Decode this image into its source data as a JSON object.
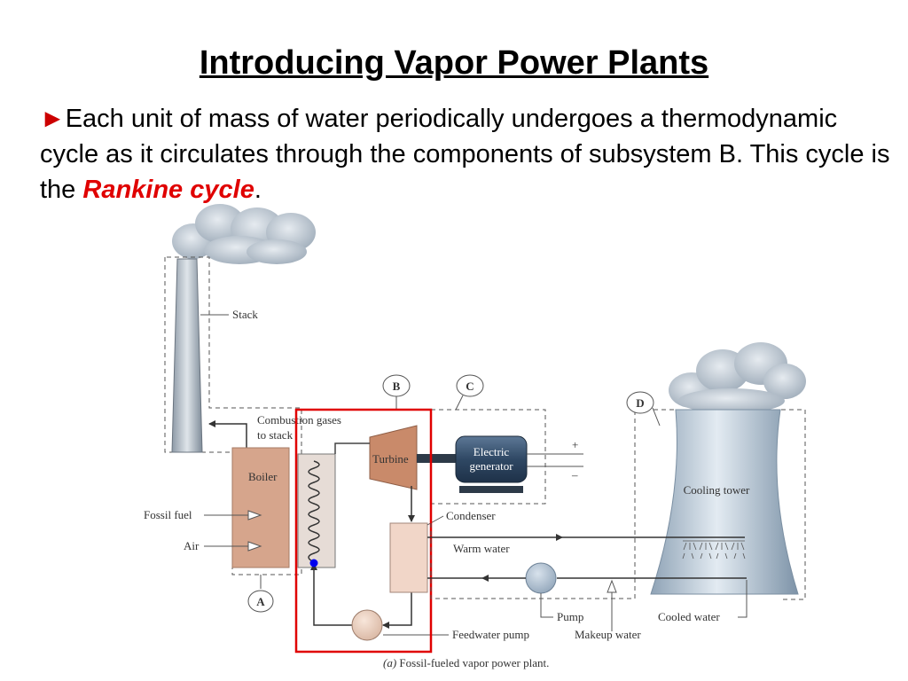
{
  "slide": {
    "title": "Introducing Vapor Power Plants",
    "bullet_glyph": "►",
    "text_part1": "Each unit of mass of water periodically undergoes a thermodynamic cycle as it circulates through the components of subsystem B.  This cycle is the ",
    "text_emphasis": "Rankine cycle",
    "text_end": "."
  },
  "diagram": {
    "labels": {
      "stack": "Stack",
      "combustion_line1": "Combustion gases",
      "combustion_line2": "to stack",
      "boiler": "Boiler",
      "fossil_fuel": "Fossil fuel",
      "air": "Air",
      "turbine": "Turbine",
      "generator_line1": "Electric",
      "generator_line2": "generator",
      "plus": "+",
      "minus": "–",
      "condenser": "Condenser",
      "warm_water": "Warm water",
      "cooling_tower": "Cooling tower",
      "pump": "Pump",
      "cooled_water": "Cooled water",
      "feedwater_pump": "Feedwater pump",
      "makeup_water": "Makeup water"
    },
    "subsystems": [
      "A",
      "B",
      "C",
      "D"
    ],
    "caption_prefix": "(a)",
    "caption": " Fossil-fueled vapor power plant.",
    "colors": {
      "boiler": "#d6a58c",
      "turbine": "#c98a6a",
      "condenser": "#f1d6c8",
      "generator": "#35506e",
      "tower": "#b9c7d4",
      "smoke": "#b0bcc8",
      "highlight": "#e00000",
      "dot": "#0000ee"
    }
  }
}
